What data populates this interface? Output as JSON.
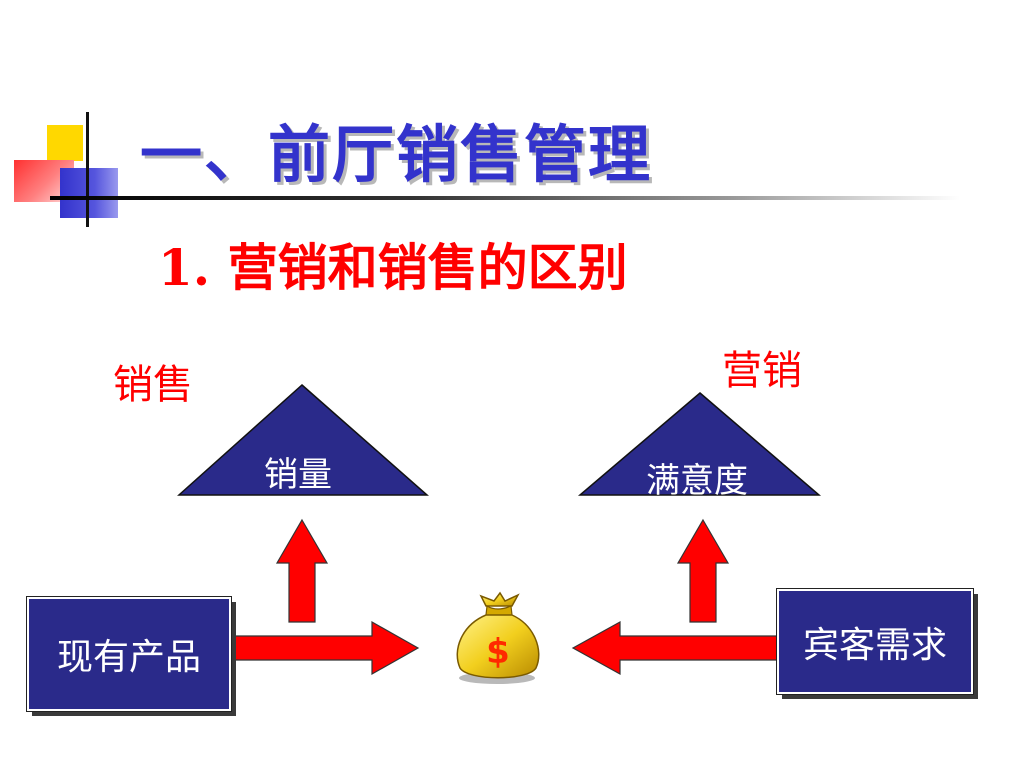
{
  "title": "一、前厅销售管理",
  "subtitle": "1. 营销和销售的区别",
  "left": {
    "label": "销售",
    "triangle_text": "销量",
    "box_text": "现有产品"
  },
  "right": {
    "label": "营销",
    "triangle_text": "满意度",
    "box_text": "宾客需求"
  },
  "center_icon": "money-bag-icon",
  "money_symbol": "$",
  "colors": {
    "title": "#3333cc",
    "accent_red": "#ff0000",
    "navy": "#2a2a8a",
    "arrow_red": "#ff0000",
    "bag_gold": "#f2cf1e"
  }
}
